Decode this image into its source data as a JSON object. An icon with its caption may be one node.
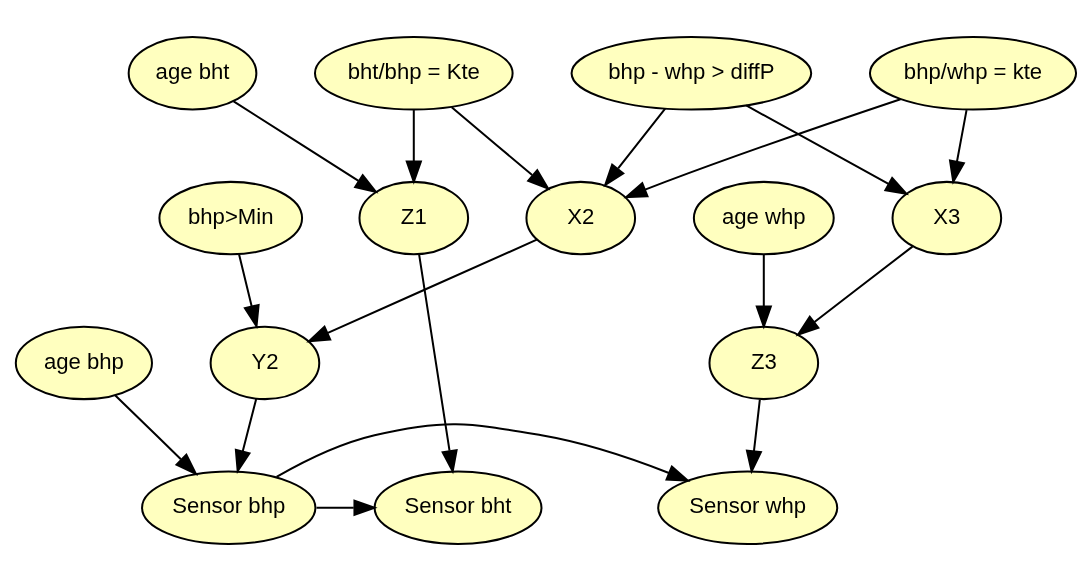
{
  "diagram": {
    "nodes": [
      {
        "text": [
          "bht/bhp = Kte"
        ]
      },
      {
        "text": [
          "bhp - whp > diffP"
        ]
      },
      {
        "text": [
          "bhp/whp = kte"
        ]
      },
      {
        "text": [
          "bhp>Min"
        ]
      },
      {
        "text": [
          "X2"
        ]
      },
      {
        "text": [
          "X3"
        ]
      },
      {
        "text": [
          "age bht"
        ]
      },
      {
        "text": [
          "age bhp"
        ]
      },
      {
        "text": [
          "age whp"
        ]
      },
      {
        "text": [
          "Z1"
        ]
      },
      {
        "text": [
          "Y2"
        ]
      },
      {
        "text": [
          "Z3"
        ]
      },
      {
        "text": [
          "Sensor bht"
        ]
      },
      {
        "text": [
          "Sensor bhp"
        ]
      },
      {
        "text": [
          "Sensor whp"
        ]
      }
    ],
    "edges": [
      {
        "from": 0,
        "to": 9,
        "arrow": "to"
      },
      {
        "from": 0,
        "to": 4,
        "arrow": "to"
      },
      {
        "from": 1,
        "to": 4,
        "arrow": "to"
      },
      {
        "from": 1,
        "to": 5,
        "arrow": "to"
      },
      {
        "from": 2,
        "to": 4,
        "arrow": "to"
      },
      {
        "from": 2,
        "to": 5,
        "arrow": "to"
      },
      {
        "from": 3,
        "to": 10,
        "arrow": "to"
      },
      {
        "from": 4,
        "to": 10,
        "arrow": "to"
      },
      {
        "from": 5,
        "to": 11,
        "arrow": "to"
      },
      {
        "from": 6,
        "to": 9,
        "arrow": "to"
      },
      {
        "from": 8,
        "to": 11,
        "arrow": "to"
      },
      {
        "from": 9,
        "to": 12,
        "arrow": "to"
      },
      {
        "from": 10,
        "to": 13,
        "arrow": "to"
      },
      {
        "from": 7,
        "to": 13,
        "arrow": "to"
      },
      {
        "from": 11,
        "to": 14,
        "arrow": "to"
      },
      {
        "from": 13,
        "to": 12,
        "arrow": "to"
      },
      {
        "from": 13,
        "to": 14,
        "arrow": "to"
      }
    ]
  }
}
